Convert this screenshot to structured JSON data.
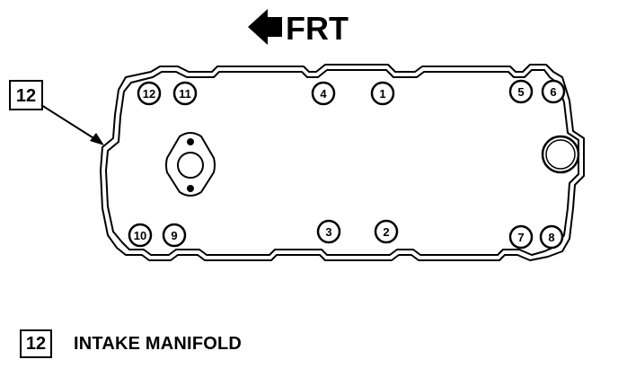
{
  "direction": {
    "label": "FRT",
    "icon": "arrow-left-icon"
  },
  "callout": {
    "number": "12"
  },
  "bolts": [
    {
      "number": "1"
    },
    {
      "number": "2"
    },
    {
      "number": "3"
    },
    {
      "number": "4"
    },
    {
      "number": "5"
    },
    {
      "number": "6"
    },
    {
      "number": "7"
    },
    {
      "number": "8"
    },
    {
      "number": "9"
    },
    {
      "number": "10"
    },
    {
      "number": "11"
    },
    {
      "number": "12"
    }
  ],
  "legend": {
    "number": "12",
    "label": "INTAKE MANIFOLD"
  }
}
